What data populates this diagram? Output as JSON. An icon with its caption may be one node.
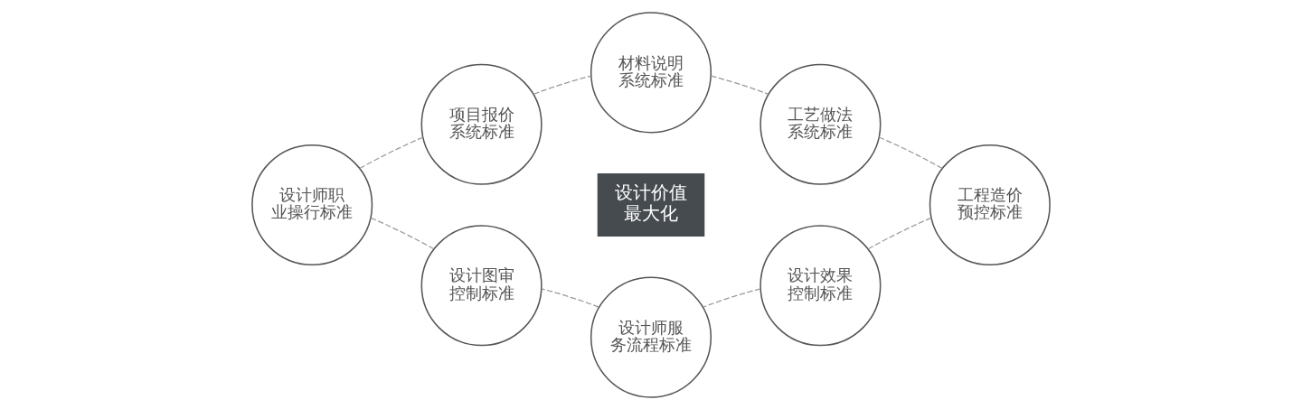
{
  "diagram": {
    "nodes": [
      {
        "text": [
          "项目报价系统标准"
        ]
      },
      {
        "text": [
          "材料说明系统标准"
        ]
      },
      {
        "text": [
          "工艺做法系统标准"
        ]
      },
      {
        "text": [
          "设计师职业操行标准"
        ]
      },
      {
        "text": [
          "设计价值最大化"
        ]
      },
      {
        "text": [
          "工程造价预控标准"
        ]
      },
      {
        "text": [
          "设计图审控制标准"
        ]
      },
      {
        "text": [
          "设计师服务流程标准"
        ]
      },
      {
        "text": [
          "设计效果控制标准"
        ]
      }
    ],
    "edges": [
      {
        "from": 0,
        "to": 1,
        "arrow": "none",
        "style": "dashed"
      },
      {
        "from": 1,
        "to": 2,
        "arrow": "none",
        "style": "dashed"
      },
      {
        "from": 2,
        "to": 5,
        "arrow": "none",
        "style": "dashed"
      },
      {
        "from": 5,
        "to": 8,
        "arrow": "none",
        "style": "dashed"
      },
      {
        "from": 8,
        "to": 7,
        "arrow": "none",
        "style": "dashed"
      },
      {
        "from": 7,
        "to": 6,
        "arrow": "none",
        "style": "dashed"
      },
      {
        "from": 6,
        "to": 3,
        "arrow": "none",
        "style": "dashed"
      },
      {
        "from": 3,
        "to": 0,
        "arrow": "none",
        "style": "dashed"
      }
    ]
  }
}
